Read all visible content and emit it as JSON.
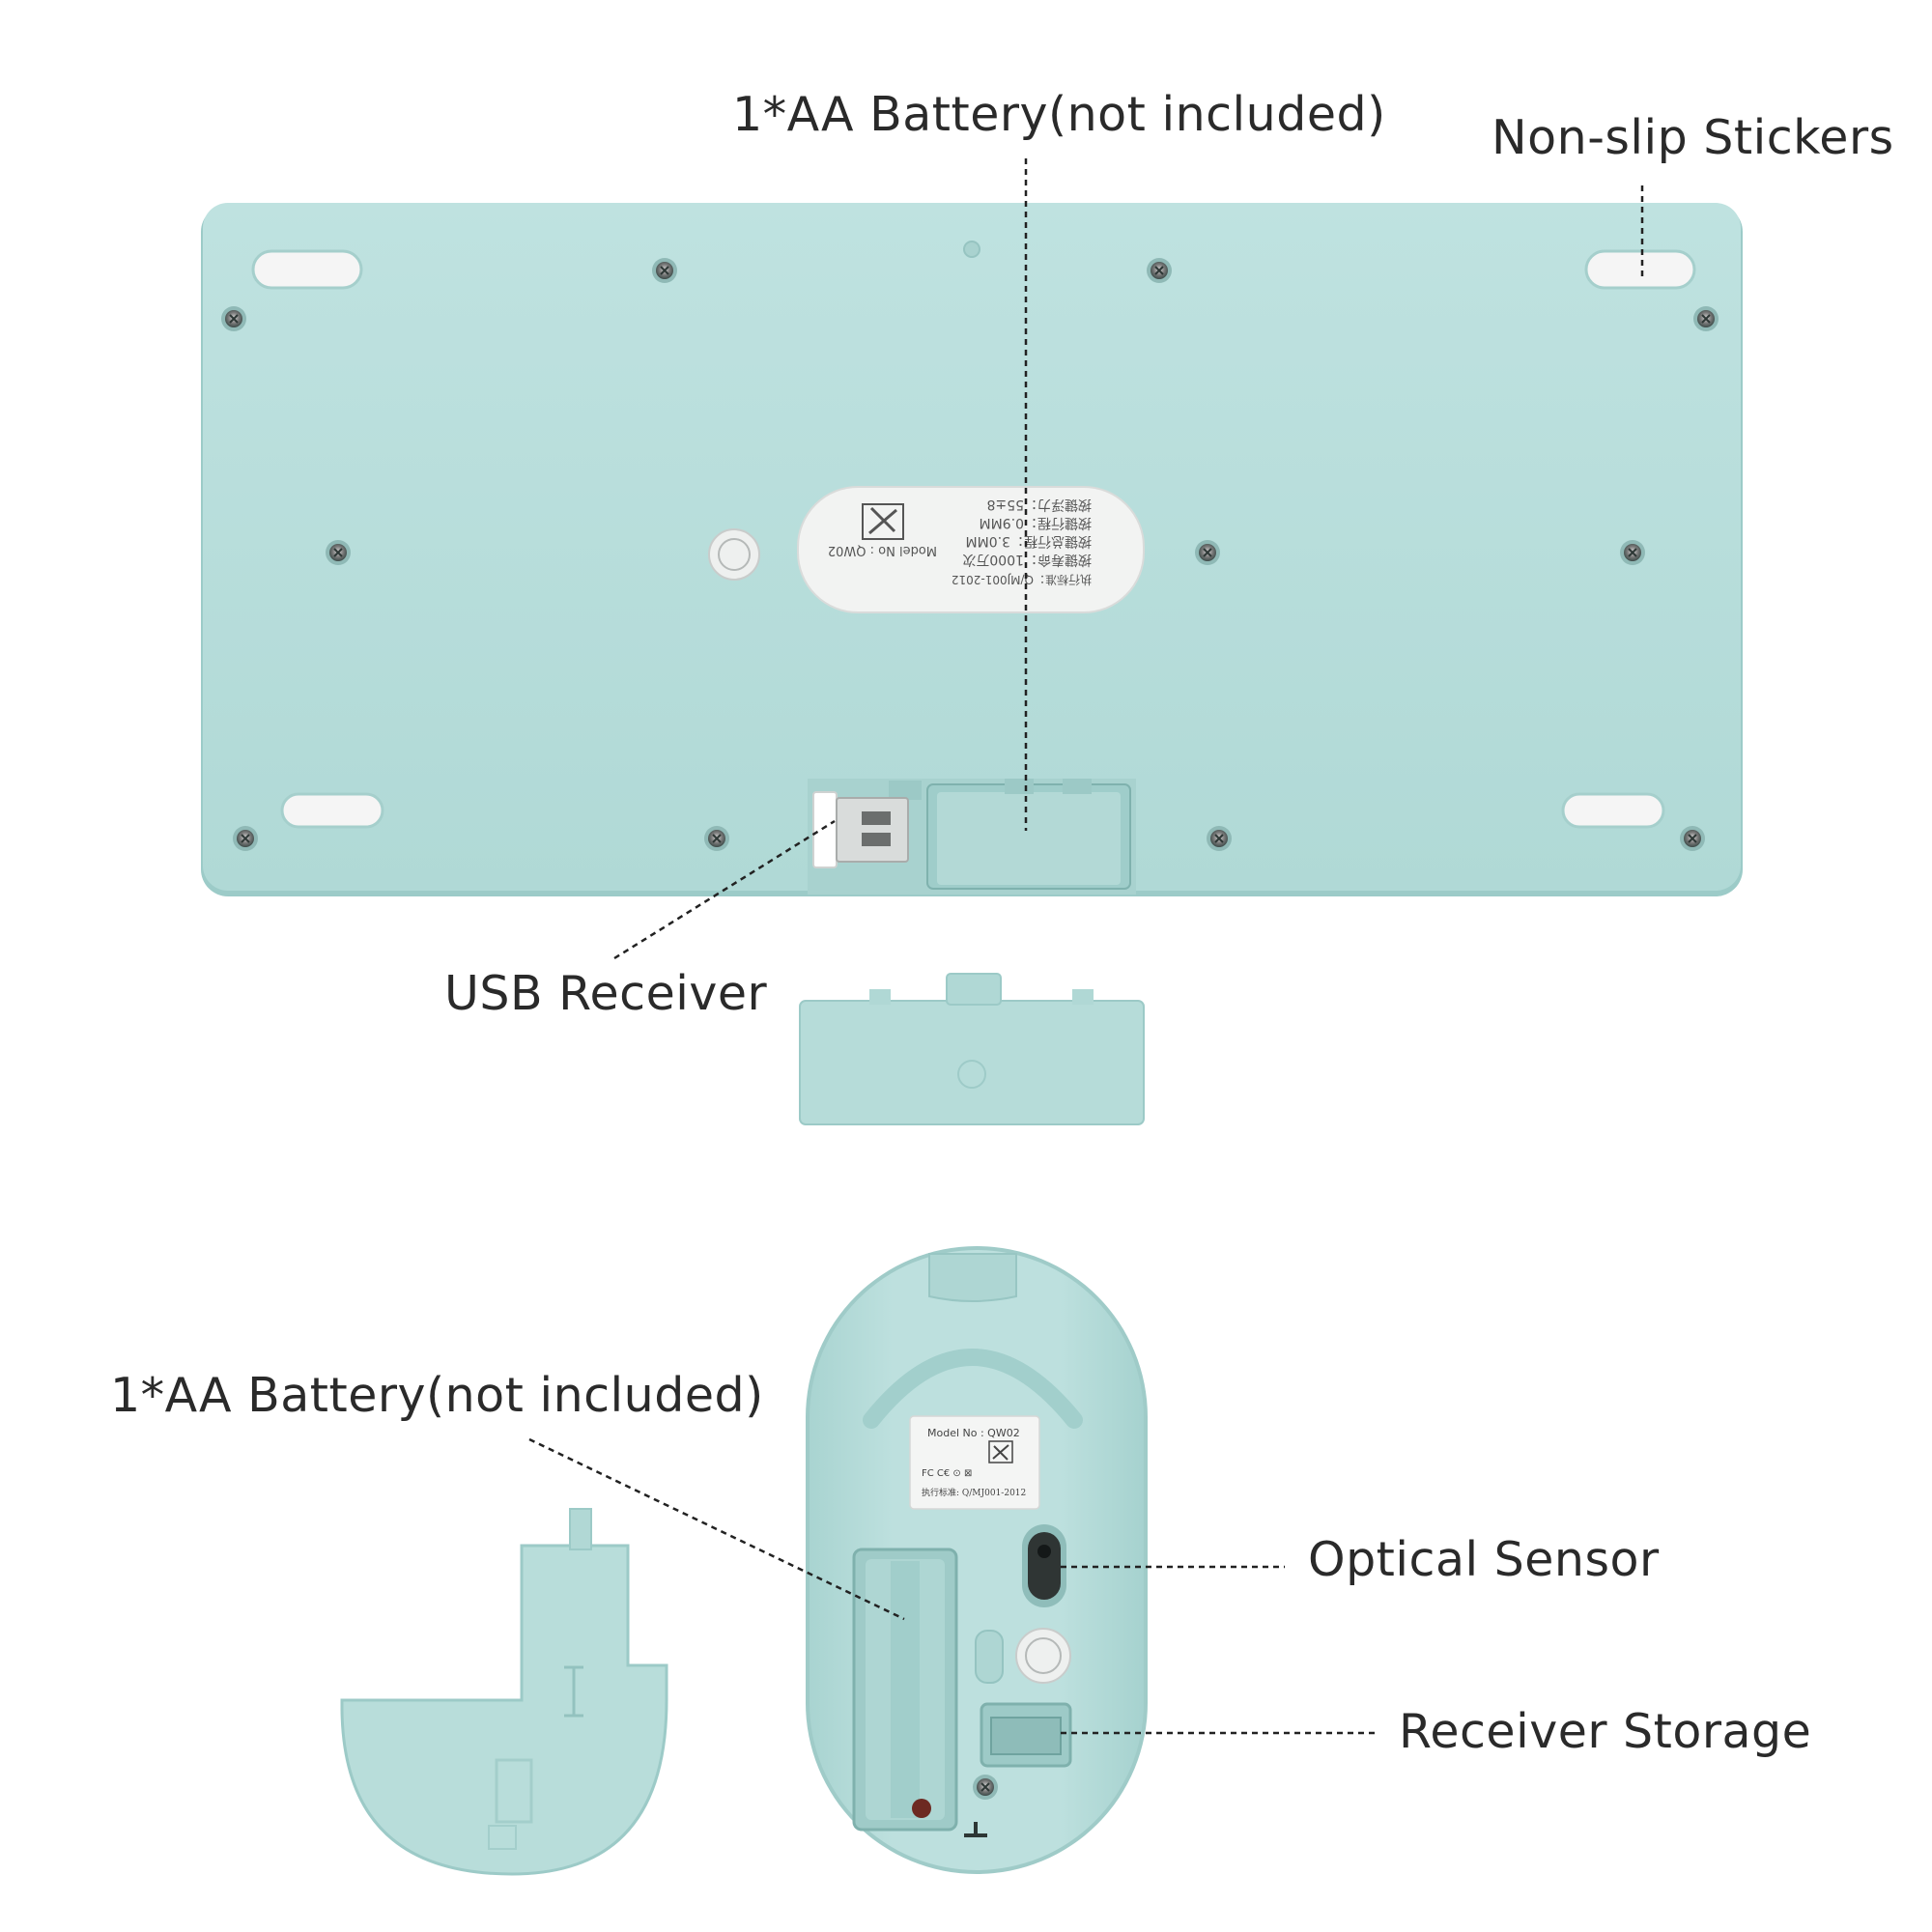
{
  "callouts": {
    "keyboard_battery": "1*AA Battery(not included)",
    "non_slip_stickers": "Non-slip Stickers",
    "usb_receiver": "USB Receiver",
    "mouse_battery": "1*AA Battery(not included)",
    "optical_sensor": "Optical Sensor",
    "receiver_storage": "Receiver Storage"
  },
  "keyboard_label": {
    "model": "Model No : QW02",
    "standard": "执行标准：Q/MJ001-2012",
    "spec_force": "按键浮力：55±8",
    "spec_travel": "按键行程：0.9MM",
    "spec_total": "按键总行程：3.0MM",
    "spec_life": "按键寿命：1000万次"
  },
  "mouse_label": {
    "model": "Model No : QW02",
    "standard": "执行标准: Q/MJ001-2012"
  },
  "colors": {
    "body": "#b9dedc",
    "body_edge": "#9ccbc8",
    "label": "#f2f3f2",
    "pad": "#f5f5f5",
    "text": "#2a2a2a"
  }
}
